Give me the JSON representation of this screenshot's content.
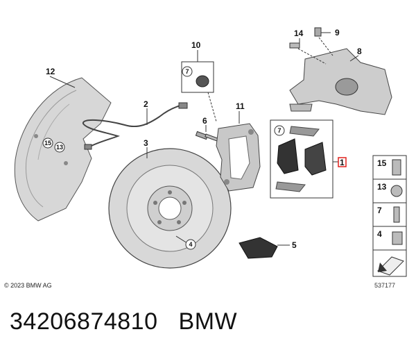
{
  "labels": {
    "part_1": "1",
    "part_2": "2",
    "part_3": "3",
    "part_4": "4",
    "part_5": "5",
    "part_6": "6",
    "part_7": "7",
    "part_8": "8",
    "part_9": "9",
    "part_10": "10",
    "part_11": "11",
    "part_12": "12",
    "part_13": "13",
    "part_14": "14",
    "part_15": "15",
    "inset_7_a": "7",
    "inset_7_b": "7",
    "circle_4": "4",
    "circle_13": "13",
    "circle_15": "15"
  },
  "legend": [
    "15",
    "13",
    "7",
    "4"
  ],
  "copyright": "© 2023 BMW AG",
  "image_id": "537177",
  "footer": {
    "part_number": "34206874810",
    "brand": "BMW"
  },
  "colors": {
    "line": "#333333",
    "part_gray": "#c9c9c9",
    "part_dark": "#7a7a7a",
    "highlight": "#e0201b"
  }
}
